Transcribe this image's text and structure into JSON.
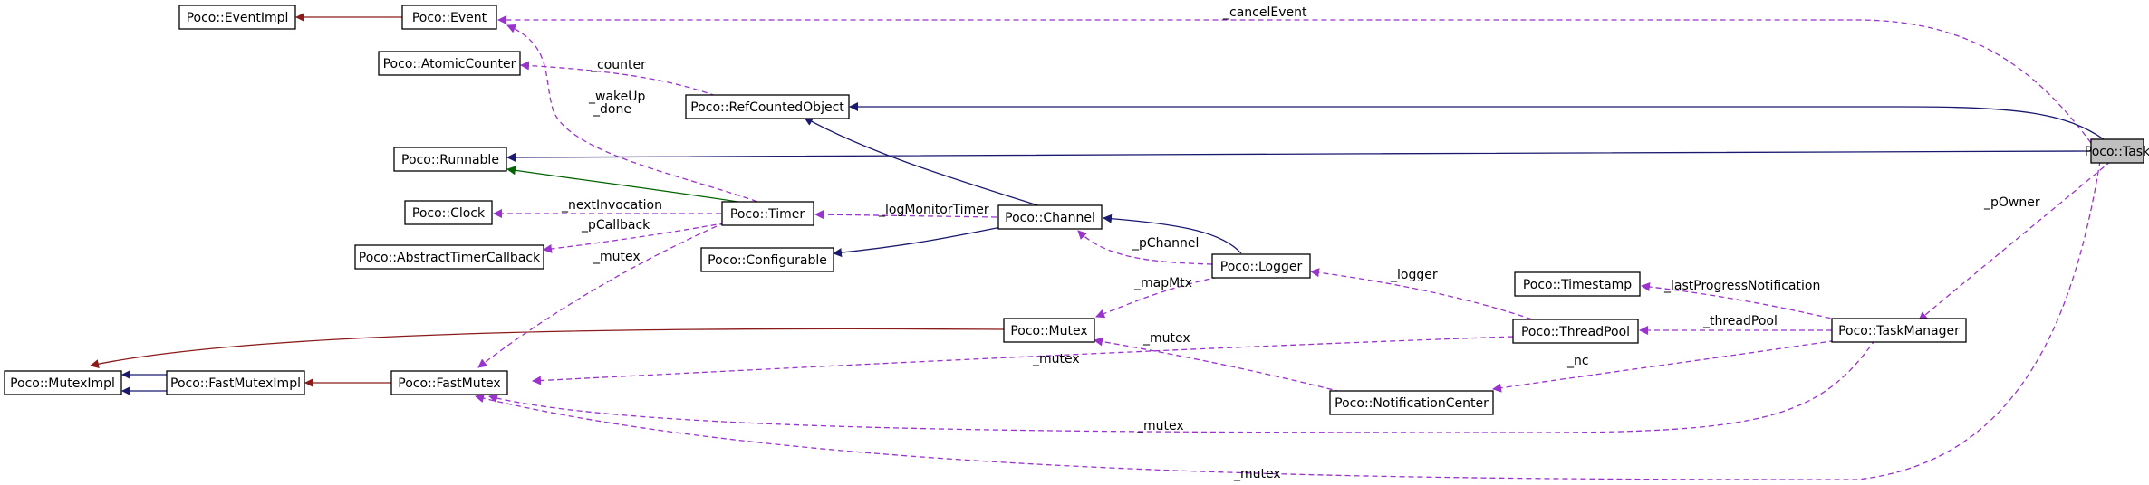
{
  "colors": {
    "inherit_public": "#191970",
    "inherit_private": "#8b1a1a",
    "inherit_protected": "#006400",
    "usage": "#9a32cd",
    "node_border": "#000000",
    "highlight_fill": "#bfbfbf"
  },
  "nodes": {
    "event_impl": "Poco::EventImpl",
    "event": "Poco::Event",
    "atomic_counter": "Poco::AtomicCounter",
    "ref_counted_object": "Poco::RefCountedObject",
    "runnable": "Poco::Runnable",
    "clock": "Poco::Clock",
    "timer": "Poco::Timer",
    "abstract_timer_callback": "Poco::AbstractTimerCallback",
    "configurable": "Poco::Configurable",
    "channel": "Poco::Channel",
    "logger": "Poco::Logger",
    "mutex": "Poco::Mutex",
    "mutex_impl": "Poco::MutexImpl",
    "fast_mutex_impl": "Poco::FastMutexImpl",
    "fast_mutex": "Poco::FastMutex",
    "timestamp": "Poco::Timestamp",
    "thread_pool": "Poco::ThreadPool",
    "notification_center": "Poco::NotificationCenter",
    "task_manager": "Poco::TaskManager",
    "task": "Poco::Task"
  },
  "labels": {
    "cancel_event": "_cancelEvent",
    "counter": "_counter",
    "wakeup": "_wakeUp",
    "done": "_done",
    "next_invocation": "_nextInvocation",
    "pcallback": "_pCallback",
    "mutex_timer": "_mutex",
    "log_monitor_timer": "_logMonitorTimer",
    "pchannel": "_pChannel",
    "map_mtx": "_mapMtx",
    "logger": "_logger",
    "mutex_nc": "_mutex",
    "mutex_threadpool": "_mutex",
    "last_progress": "_lastProgressNotification",
    "thread_pool": "_threadPool",
    "nc": "_nc",
    "powner": "_pOwner",
    "mutex_taskmanager": "_mutex",
    "mutex_task": "_mutex"
  }
}
